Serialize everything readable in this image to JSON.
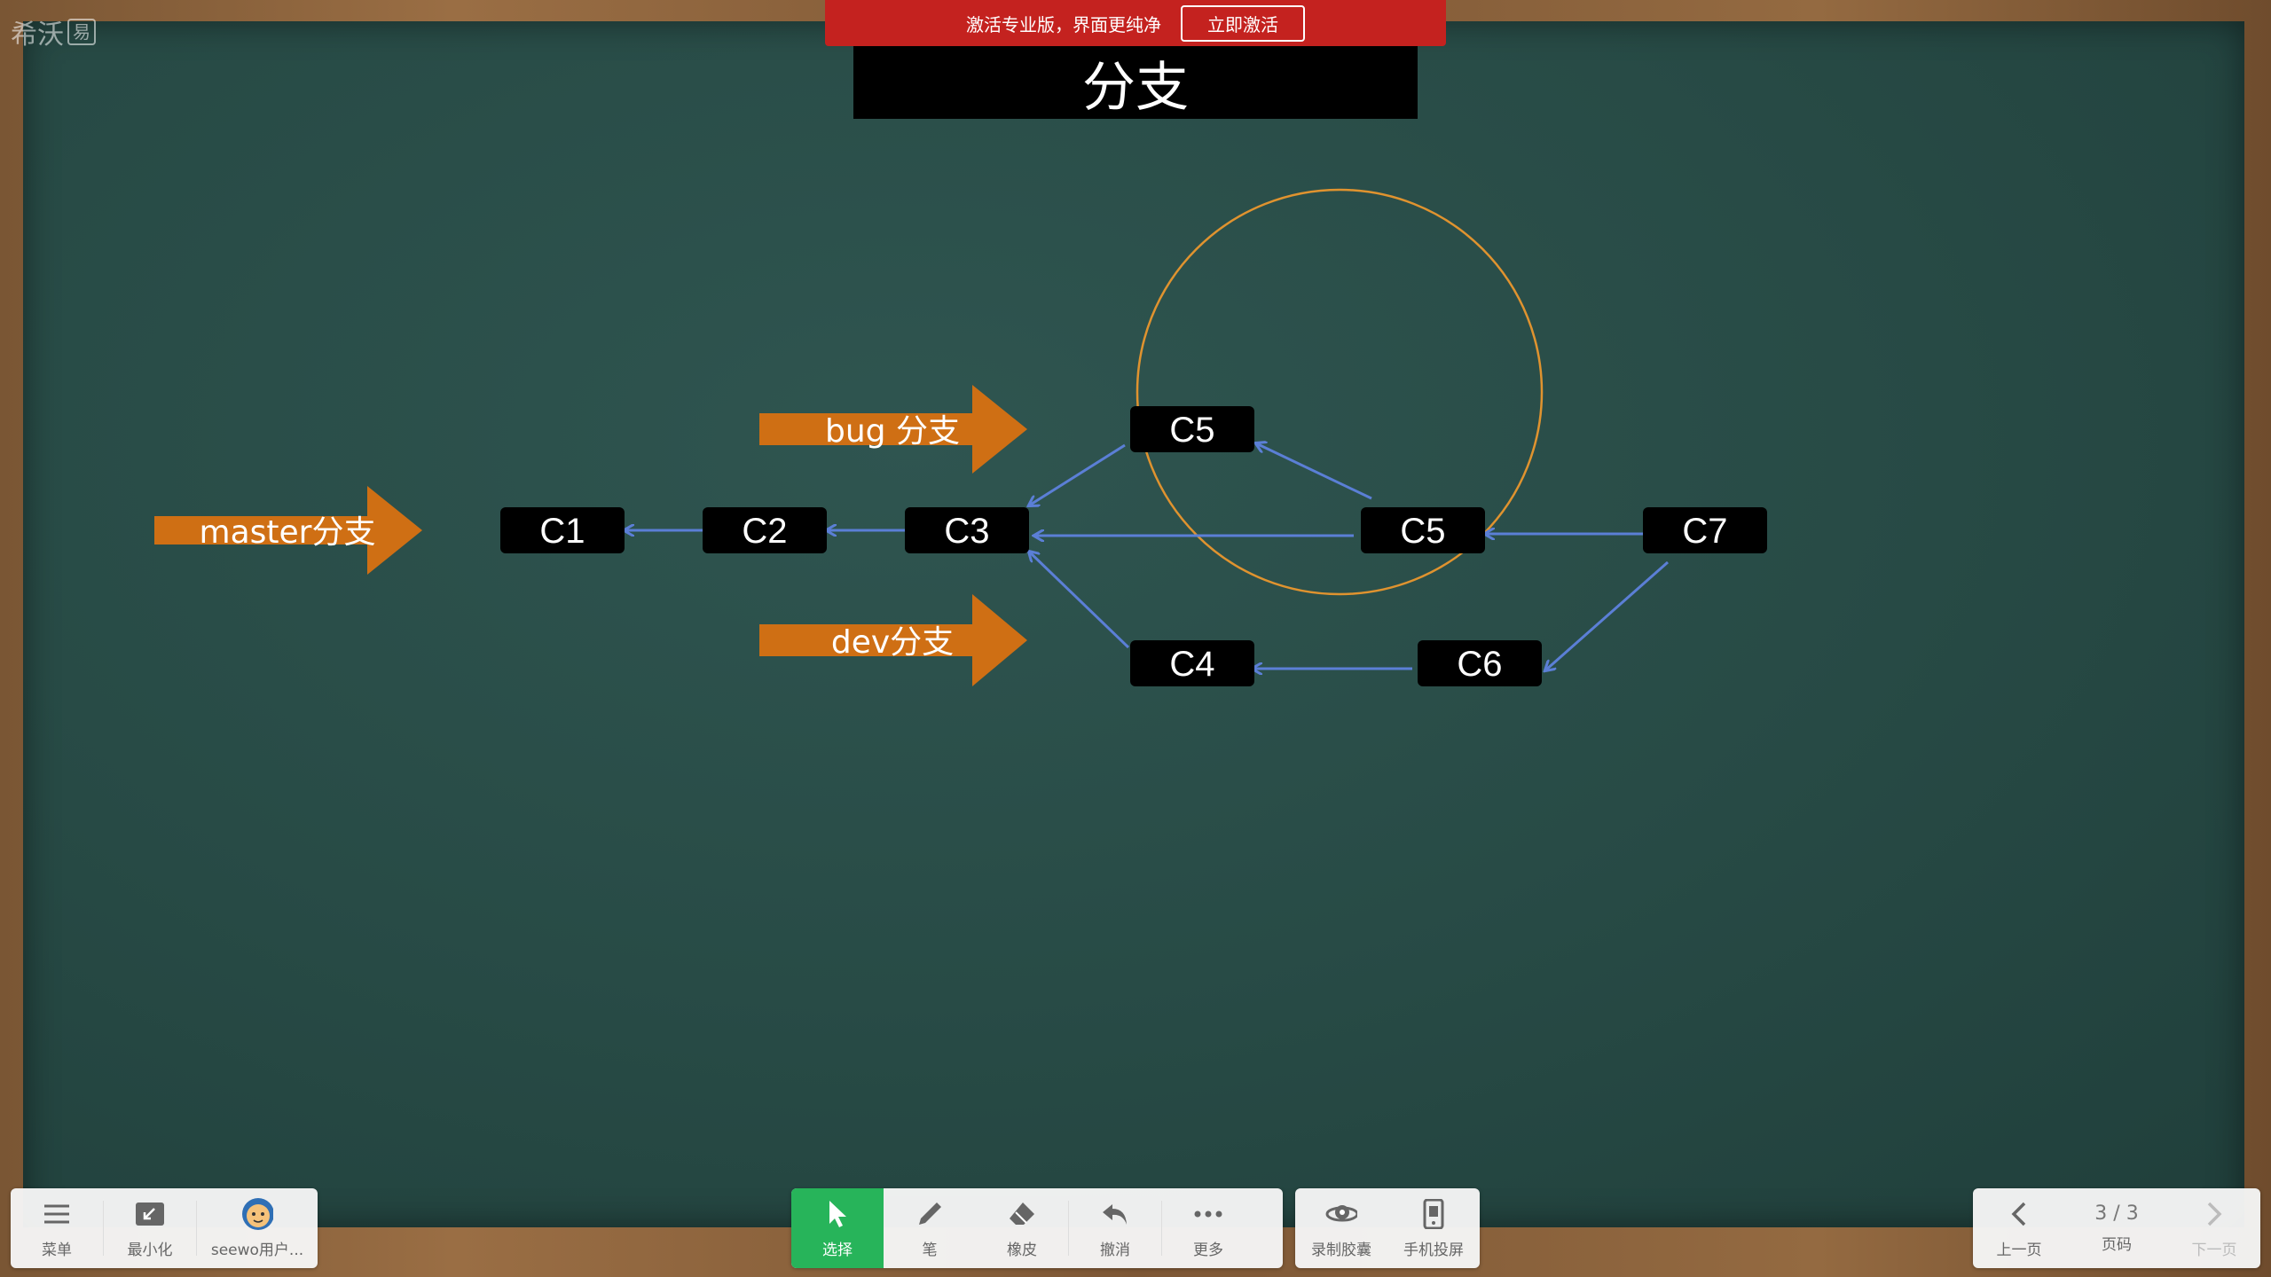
{
  "app": {
    "logo_text": "希沃",
    "logo_badge": "易"
  },
  "promo": {
    "text": "激活专业版，界面更纯净",
    "button_label": "立即激活"
  },
  "slide": {
    "title": "分支"
  },
  "diagram": {
    "labels": {
      "master": "master分支",
      "bug": "bug 分支",
      "dev": "dev分支"
    },
    "nodes": {
      "c1": "C1",
      "c2": "C2",
      "c3": "C3",
      "c5_bug": "C5",
      "c5_main": "C5",
      "c7": "C7",
      "c4": "C4",
      "c6": "C6"
    },
    "colors": {
      "arrow_fill": "#cf6f14",
      "edge": "#5b7fd6",
      "circle": "#e0932f",
      "node_bg": "#000000"
    }
  },
  "toolbar": {
    "left": {
      "menu": "菜单",
      "minimize": "最小化",
      "user": "seewo用户..."
    },
    "center": {
      "select": "选择",
      "pen": "笔",
      "eraser": "橡皮",
      "undo": "撤消",
      "more": "更多"
    },
    "extra": {
      "record": "录制胶囊",
      "phone": "手机投屏"
    },
    "right": {
      "prev": "上一页",
      "page_indicator": "3 / 3",
      "page_label": "页码",
      "next": "下一页"
    }
  }
}
